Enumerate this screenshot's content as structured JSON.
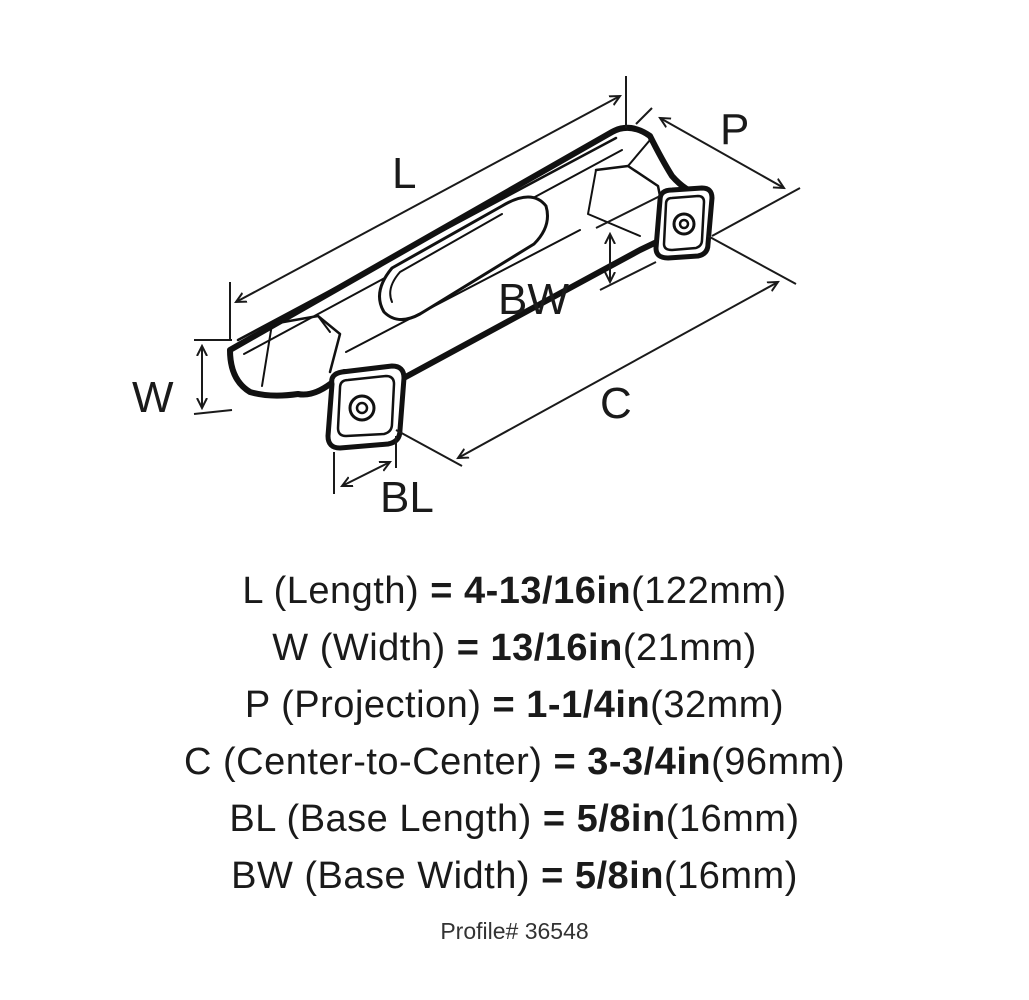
{
  "diagram": {
    "labels": {
      "L": "L",
      "P": "P",
      "BW": "BW",
      "W": "W",
      "C": "C",
      "BL": "BL"
    }
  },
  "specs": [
    {
      "letter": "L",
      "name": "(Length)",
      "eq": "=",
      "value": "4-13/16in",
      "metric": "(122mm)"
    },
    {
      "letter": "W",
      "name": "(Width)",
      "eq": "=",
      "value": "13/16in",
      "metric": "(21mm)"
    },
    {
      "letter": "P",
      "name": "(Projection)",
      "eq": "=",
      "value": "1-1/4in",
      "metric": "(32mm)"
    },
    {
      "letter": "C",
      "name": "(Center-to-Center)",
      "eq": "=",
      "value": "3-3/4in",
      "metric": "(96mm)"
    },
    {
      "letter": "BL",
      "name": "(Base Length)",
      "eq": "=",
      "value": "5/8in",
      "metric": "(16mm)"
    },
    {
      "letter": "BW",
      "name": "(Base Width)",
      "eq": "=",
      "value": "5/8in",
      "metric": "(16mm)"
    }
  ],
  "profile": "Profile# 36548"
}
